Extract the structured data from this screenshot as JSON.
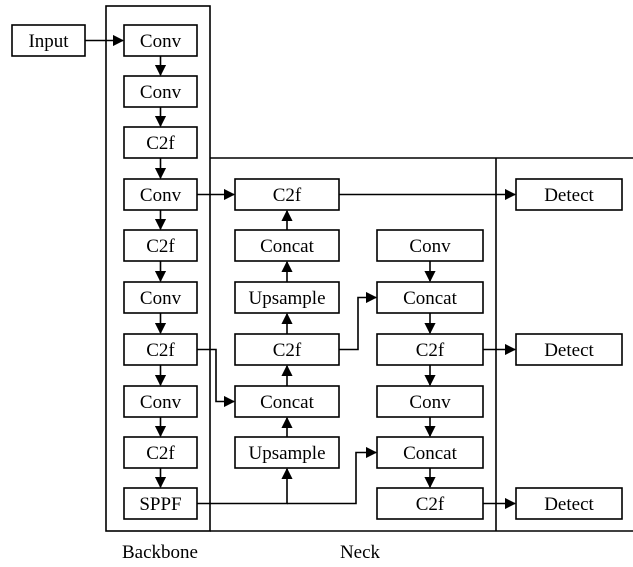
{
  "input": "Input",
  "backbone": {
    "label": "Backbone",
    "blocks": [
      "Conv",
      "Conv",
      "C2f",
      "Conv",
      "C2f",
      "Conv",
      "C2f",
      "Conv",
      "C2f",
      "SPPF"
    ]
  },
  "neck": {
    "label": "Neck",
    "left": [
      "C2f",
      "Concat",
      "Upsample",
      "C2f",
      "Concat",
      "Upsample"
    ],
    "right": [
      "Conv",
      "Concat",
      "C2f",
      "Conv",
      "Concat",
      "C2f"
    ]
  },
  "head": {
    "detect": [
      "Detect",
      "Detect",
      "Detect"
    ]
  }
}
